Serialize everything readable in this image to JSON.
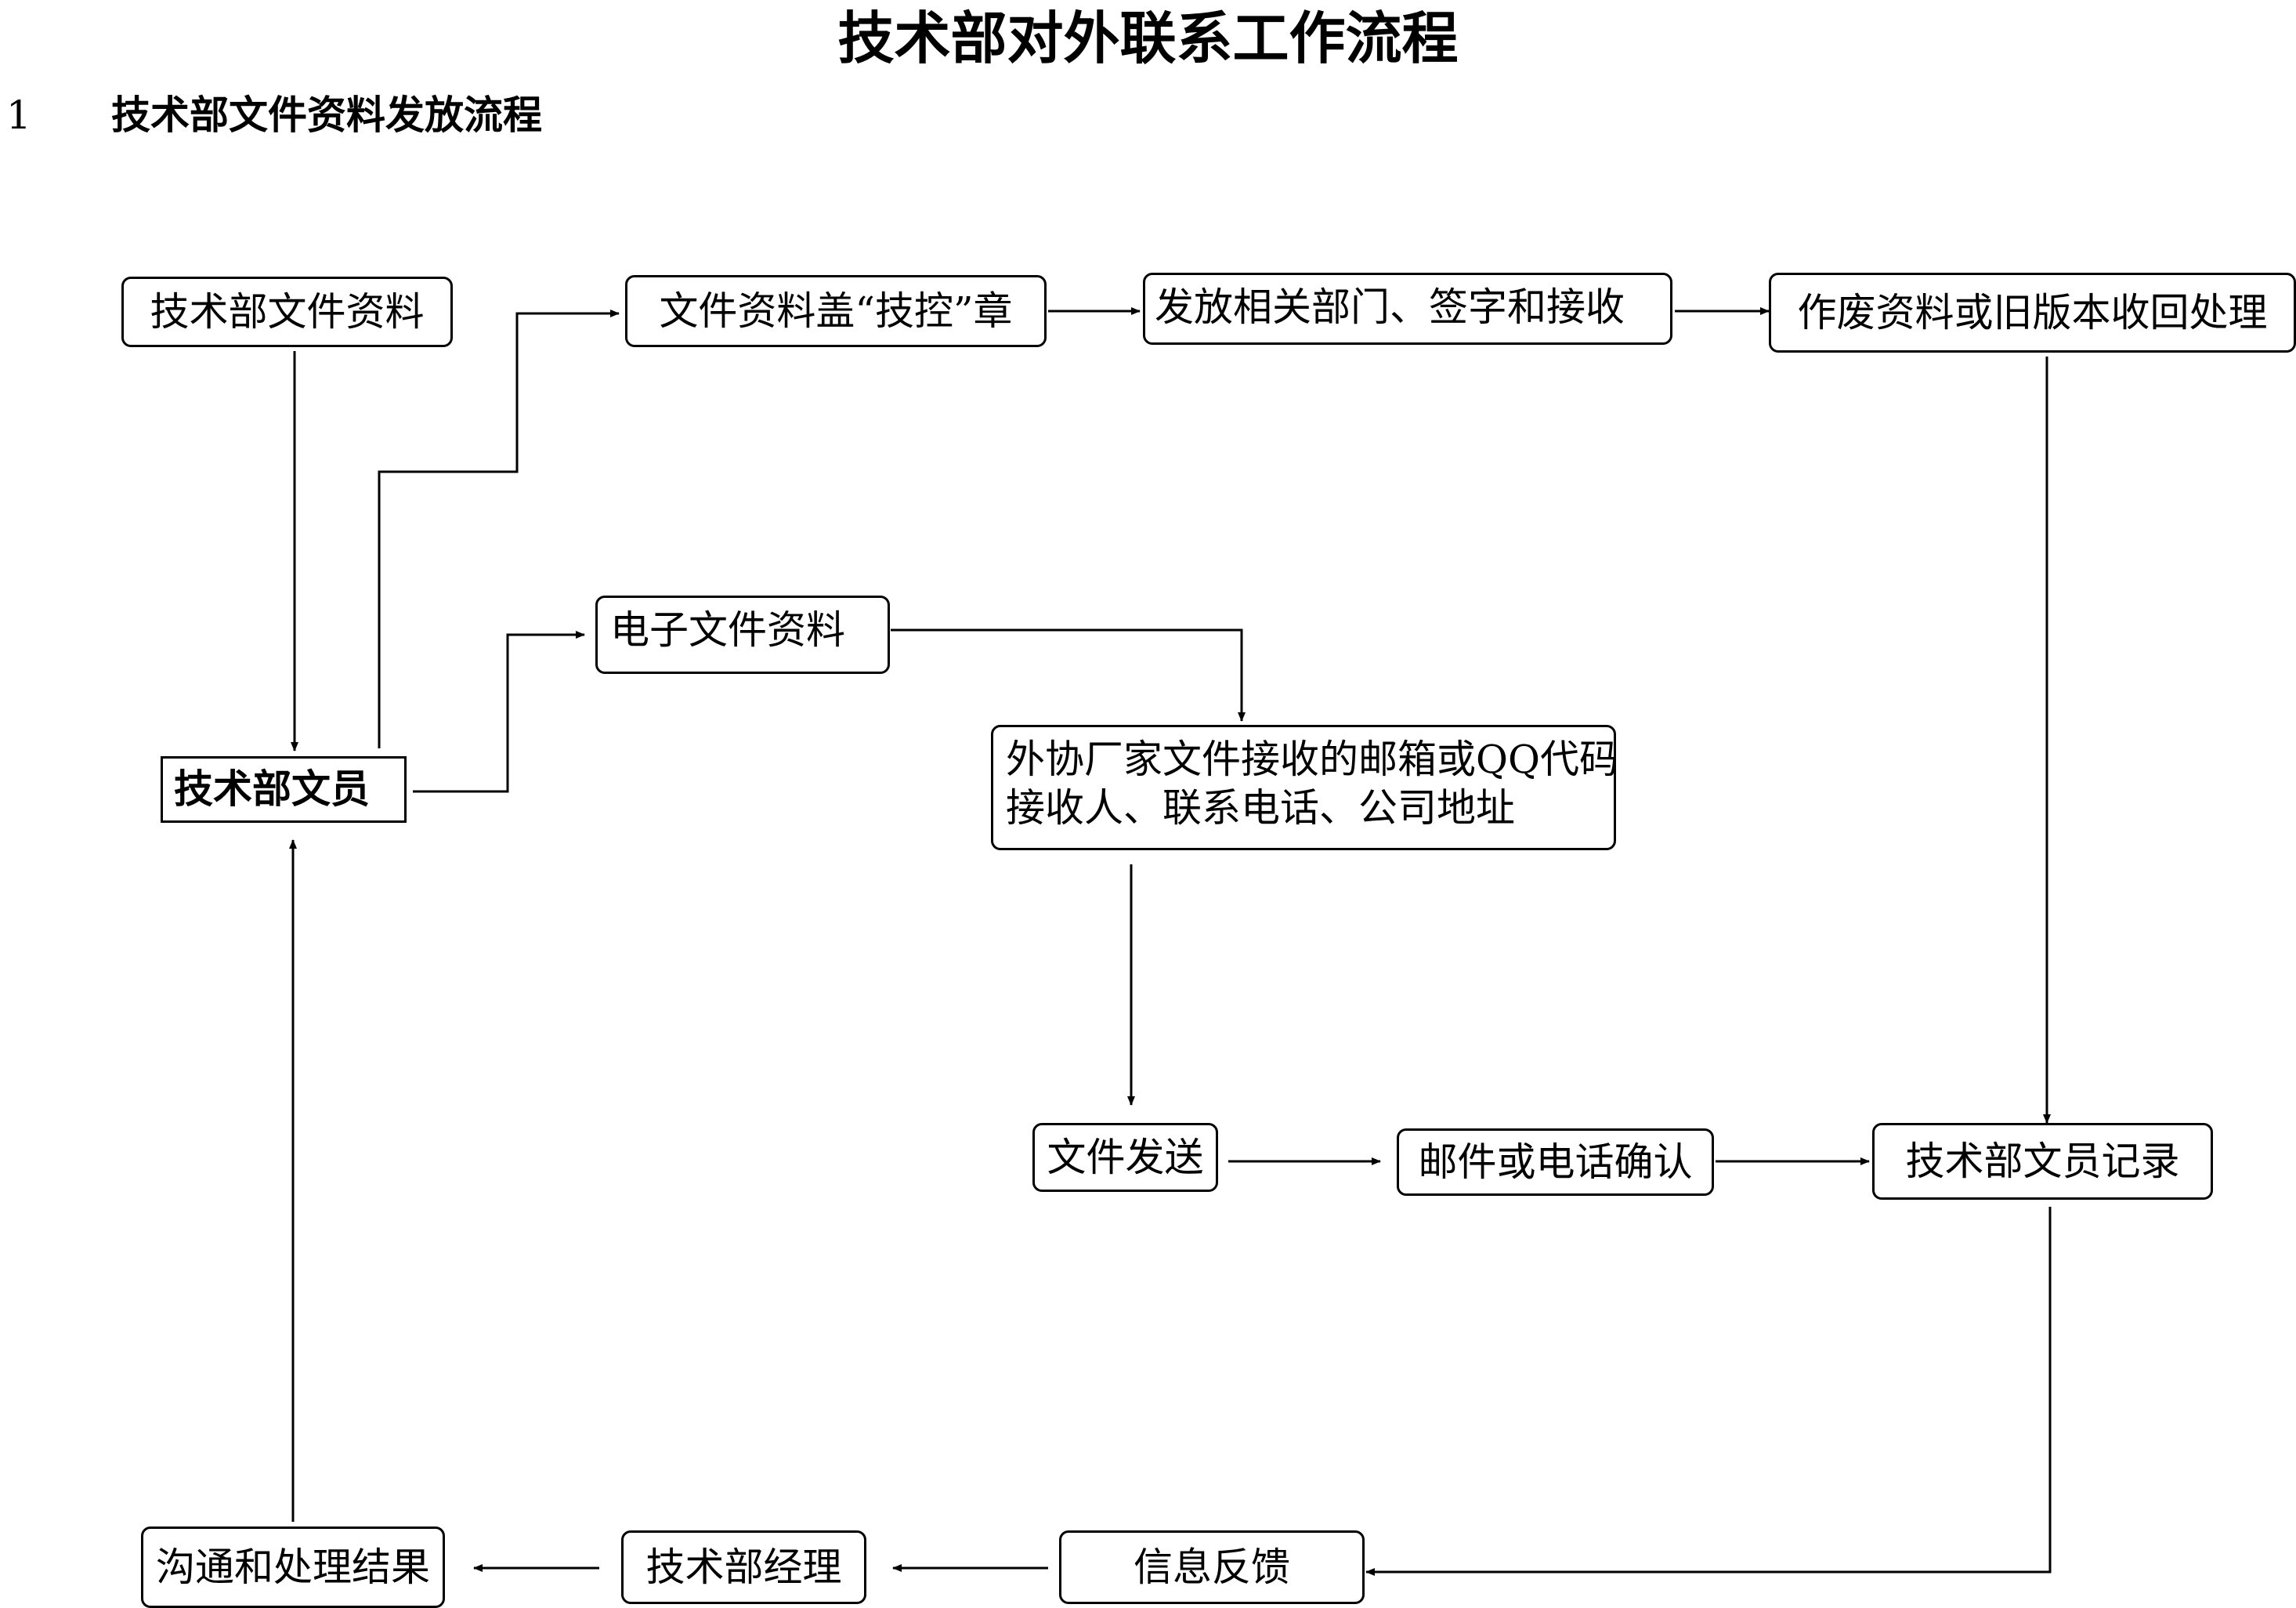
{
  "title": "技术部对外联系工作流程",
  "section": {
    "number": "1",
    "title": "技术部文件资料发放流程"
  },
  "nodes": {
    "tech_docs": "技术部文件资料",
    "stamp": "文件资料盖“技控”章",
    "distribute": "发放相关部门、签字和接收",
    "obsolete": "作废资料或旧版本收回处理",
    "clerk": "技术部文员",
    "e_docs": "电子文件资料",
    "vendor_info": [
      "外协厂家文件接收的邮箱或QQ代码",
      "接收人、联系电话、公司地址"
    ],
    "send": "文件发送",
    "confirm": "邮件或电话确认",
    "clerk_record": "技术部文员记录",
    "feedback": "信息反馈",
    "manager": "技术部经理",
    "result": "沟通和处理结果"
  }
}
